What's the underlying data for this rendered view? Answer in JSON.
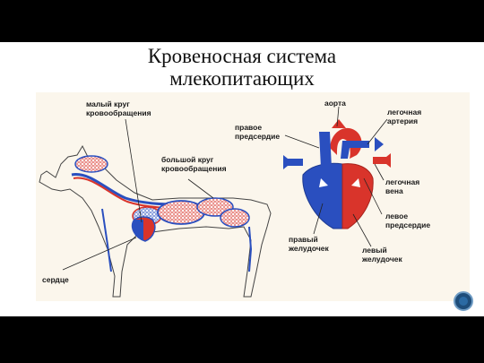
{
  "slide": {
    "title_line1": "Кровеносная система",
    "title_line2": "млекопитающих"
  },
  "labels": {
    "small_circle_1": "малый круг",
    "small_circle_2": "кровообращения",
    "big_circle_1": "большой круг",
    "big_circle_2": "кровообращения",
    "heart": "сердце",
    "aorta": "аорта",
    "pulm_artery_1": "легочная",
    "pulm_artery_2": "артерия",
    "right_atrium_1": "правое",
    "right_atrium_2": "предсердие",
    "pulm_vein_1": "легочная",
    "pulm_vein_2": "вена",
    "left_atrium_1": "левое",
    "left_atrium_2": "предсердие",
    "right_ventricle_1": "правый",
    "right_ventricle_2": "желудочек",
    "left_ventricle_1": "левый",
    "left_ventricle_2": "желудочек"
  },
  "colors": {
    "arterial": "#d9342b",
    "venous": "#2a4fbf",
    "nav_button": "#1e4d7a"
  },
  "icons": {
    "nav_button": "nav-circle-icon"
  }
}
